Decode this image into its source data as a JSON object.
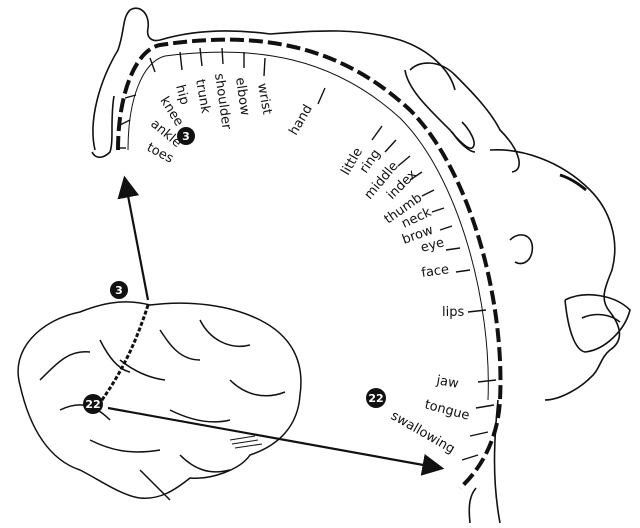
{
  "motor_labels": [
    "toes",
    "ankle",
    "knee",
    "hip",
    "trunk",
    "shoulder",
    "elbow",
    "wrist",
    "hand",
    "little",
    "ring",
    "middle",
    "index",
    "thumb",
    "neck",
    "brow",
    "eye",
    "face",
    "lips",
    "jaw",
    "tongue",
    "swallowing"
  ],
  "badges": {
    "top_area": "3",
    "top_brain": "3",
    "bottom_brain": "22",
    "bottom_area": "22"
  }
}
